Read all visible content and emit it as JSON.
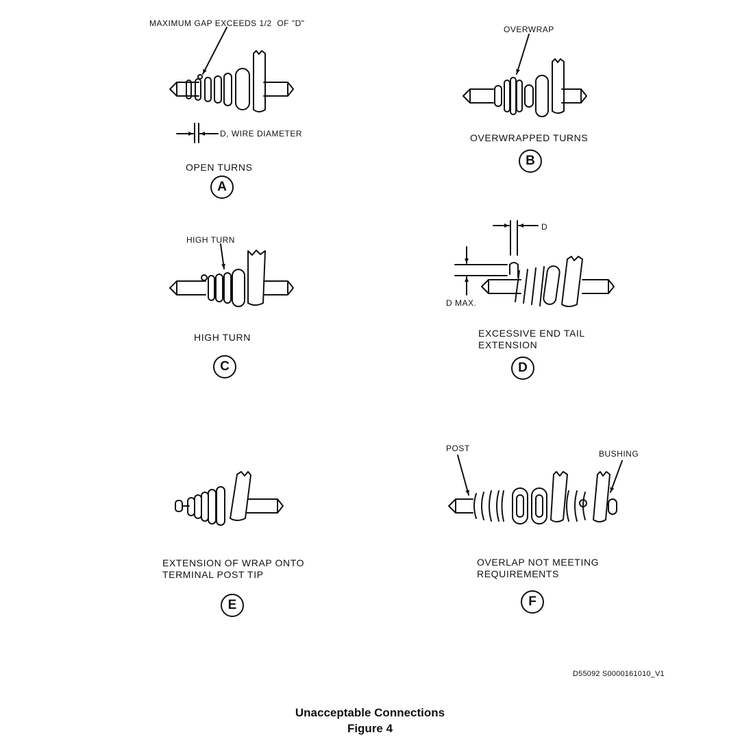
{
  "panels": {
    "a": {
      "callout": "MAXIMUM GAP EXCEEDS 1/2  OF \"D\"",
      "dimension": "D, WIRE DIAMETER",
      "title": "OPEN TURNS",
      "letter": "A"
    },
    "b": {
      "callout": "OVERWRAP",
      "title": "OVERWRAPPED TURNS",
      "letter": "B"
    },
    "c": {
      "callout": "HIGH TURN",
      "title": "HIGH TURN",
      "letter": "C"
    },
    "d": {
      "dimension_top": "D",
      "dimension_left": "D MAX.",
      "title_line1": "EXCESSIVE END TAIL",
      "title_line2": "EXTENSION",
      "letter": "D"
    },
    "e": {
      "title_line1": "EXTENSION OF WRAP ONTO",
      "title_line2": "TERMINAL POST TIP",
      "letter": "E"
    },
    "f": {
      "callout_post": "POST",
      "callout_bushing": "BUSHING",
      "title_line1": "OVERLAP NOT MEETING",
      "title_line2": "REQUIREMENTS",
      "letter": "F"
    }
  },
  "doc_id": "D55092 S0000161010_V1",
  "caption": {
    "line1": "Unacceptable Connections",
    "line2": "Figure 4"
  }
}
